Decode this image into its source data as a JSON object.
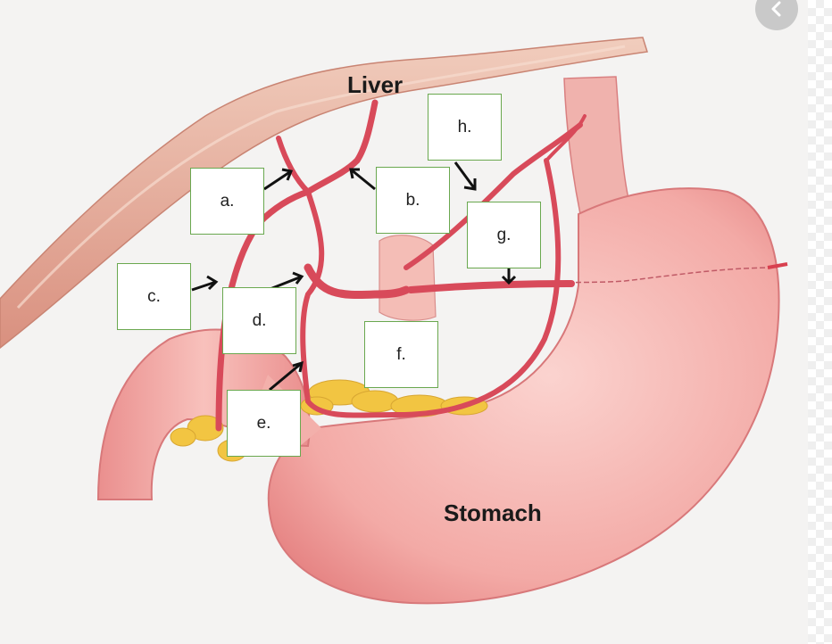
{
  "image": {
    "organs": {
      "liver": "Liver",
      "stomach": "Stomach"
    },
    "labels": {
      "a": "a.",
      "b": "b.",
      "c": "c.",
      "d": "d.",
      "e": "e.",
      "f": "f.",
      "g": "g.",
      "h": "h."
    }
  },
  "ui": {
    "back_icon": "chevron-left-icon"
  },
  "colors": {
    "box_border": "#6aa84f",
    "artery": "#d84a5a",
    "stomach": "#f2a8a6",
    "liver": "#eab8a4",
    "fat": "#f2c542"
  }
}
